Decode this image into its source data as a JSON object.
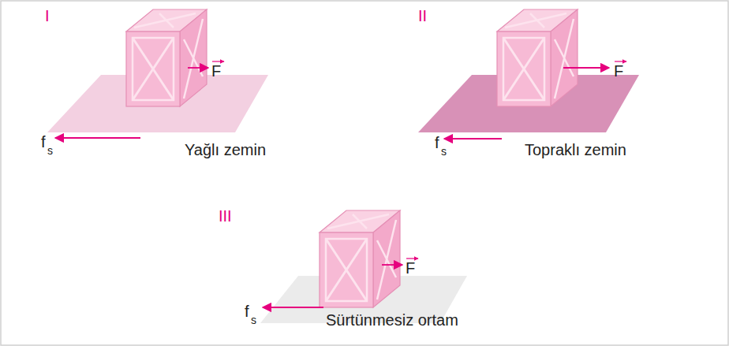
{
  "diagram": {
    "labels": [
      "I",
      "F",
      "f",
      "s",
      "Yağlı zemin",
      "II",
      "F",
      "f",
      "s",
      "Topraklı zemin",
      "III",
      "F",
      "f",
      "s",
      "Sürtünmesiz ortam"
    ]
  }
}
